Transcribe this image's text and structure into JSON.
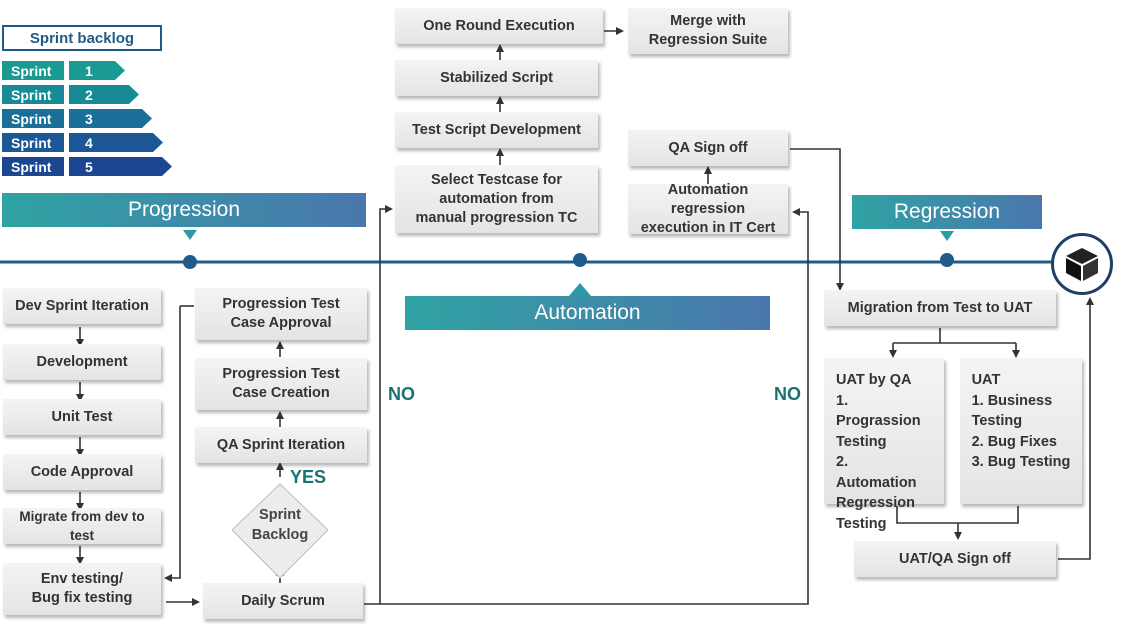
{
  "backlog": {
    "title": "Sprint backlog",
    "sprints": [
      {
        "label": "Sprint",
        "number": "1",
        "color": "#1a9a93"
      },
      {
        "label": "Sprint",
        "number": "2",
        "color": "#178a95"
      },
      {
        "label": "Sprint",
        "number": "3",
        "color": "#1a6f98"
      },
      {
        "label": "Sprint",
        "number": "4",
        "color": "#1d5796"
      },
      {
        "label": "Sprint",
        "number": "5",
        "color": "#1c4691"
      }
    ]
  },
  "phases": {
    "progression": "Progression",
    "automation": "Automation",
    "regression": "Regression"
  },
  "dev_flow": {
    "dev_sprint_iteration": "Dev Sprint Iteration",
    "development": "Development",
    "unit_test": "Unit Test",
    "code_approval": "Code Approval",
    "migrate_dev_test": "Migrate from dev to test",
    "env_testing": "Env testing/\nBug fix testing"
  },
  "qa_flow": {
    "test_case_approval": "Progression Test\nCase Approval",
    "test_case_creation": "Progression Test\nCase Creation",
    "qa_sprint_iteration": "QA Sprint Iteration",
    "sprint_backlog": "Sprint\nBacklog",
    "daily_scrum": "Daily Scrum",
    "yes": "YES"
  },
  "automation_flow": {
    "one_round": "One Round Execution",
    "merge": "Merge with\nRegression Suite",
    "stabilized": "Stabilized Script",
    "script_dev": "Test Script Development",
    "select_testcase": "Select Testcase for\nautomation from\nmanual progression TC",
    "qa_signoff": "QA Sign off",
    "auto_regression": "Automation regression\nexecution in IT Cert",
    "no_left": "NO",
    "no_right": "NO"
  },
  "regression_flow": {
    "migration": "Migration from Test to UAT",
    "uat_by_qa": "UAT by QA\n1. Prograssion\nTesting\n2. Automation\nRegression\nTesting",
    "uat": "UAT\n1. Business\nTesting\n2. Bug Fixes\n3. Bug Testing",
    "uat_qa_signoff": "UAT/QA Sign off"
  },
  "colors": {
    "timeline": "#1f5c8c",
    "connector": "#333333",
    "banner_start": "#2fa3a3",
    "banner_end": "#4a77ad"
  },
  "icons": {
    "end_node": "cube-icon"
  }
}
